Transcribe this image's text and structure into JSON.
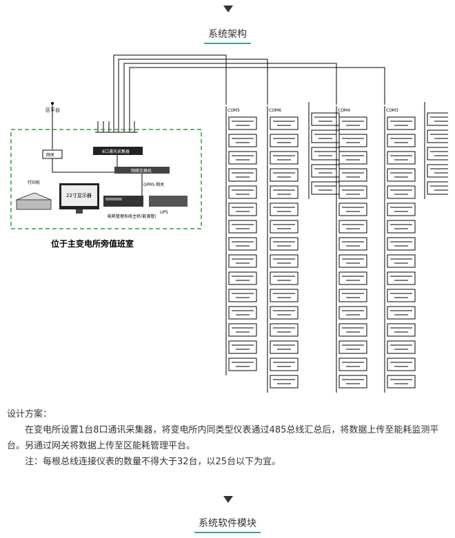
{
  "section1": {
    "title": "系统架构"
  },
  "diagram": {
    "room_label": "位于主变电所旁值班室",
    "top_node": "区平台",
    "left_box": "网关",
    "hub_label": "8口通讯采集器",
    "switch_label": "网络交换机",
    "printer_label": "打印机",
    "monitor_label": "22寸显示器",
    "server_label": "能耗管理系统主机(能源管)",
    "ups_label": "UPS",
    "gateway_label": "GPRS 网关",
    "columns": [
      {
        "header": "COM5",
        "count": 15
      },
      {
        "header": "COM6",
        "count": 16
      },
      {
        "header": "",
        "count": 5
      },
      {
        "header": "COM4",
        "count": 16
      },
      {
        "header": "COM3",
        "count": 16
      },
      {
        "header": "",
        "count": 5
      }
    ]
  },
  "design": {
    "heading": "设计方案：",
    "para1": "在变电所设置1台8口通讯采集器，将变电所内同类型仪表通过485总线汇总后，将数据上传至能耗监测平台。另通过网关将数据上传至区能耗管理平台。",
    "note": "注：每根总线连接仪表的数量不得大于32台，以25台以下为宜。"
  },
  "section2": {
    "title": "系统软件模块"
  }
}
